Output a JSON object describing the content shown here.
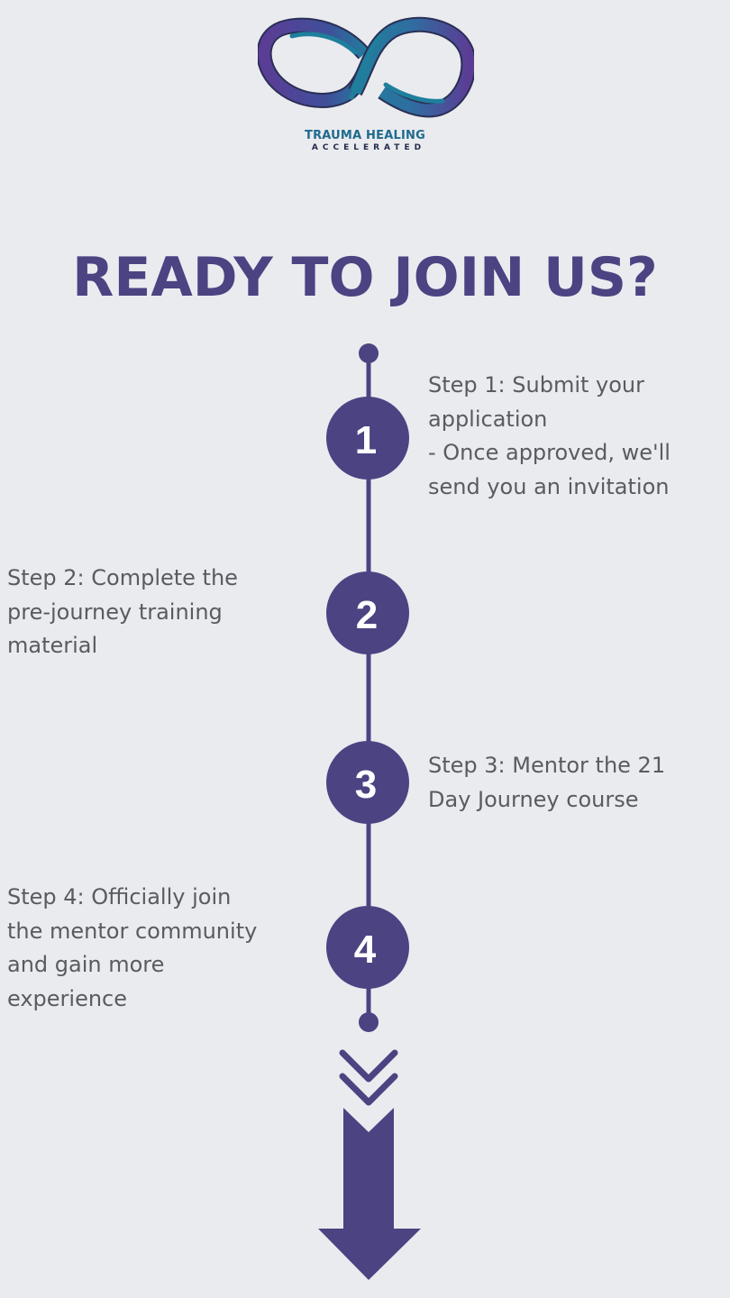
{
  "brand": {
    "name": "TRAUMA HEALING",
    "tagline": "ACCELERATED",
    "logo_icon": "infinity-loop-icon",
    "colors": {
      "teal": "#1e7d9a",
      "purple": "#5a3a94",
      "dark": "#242a4a"
    }
  },
  "headline": "READY TO JOIN US?",
  "colors": {
    "background": "#eaebef",
    "accent": "#4b4382",
    "text": "#5a5b60"
  },
  "steps": [
    {
      "number": "1",
      "lines": [
        "Step 1: Submit your",
        "application",
        "- Once approved, we'll",
        "send you an invitation"
      ],
      "side": "right"
    },
    {
      "number": "2",
      "lines": [
        "Step 2: Complete the",
        "pre-journey training",
        "material"
      ],
      "side": "left"
    },
    {
      "number": "3",
      "lines": [
        "Step 3: Mentor the 21",
        "Day Journey course"
      ],
      "side": "right"
    },
    {
      "number": "4",
      "lines": [
        "Step 4: Officially join",
        "the mentor community",
        "and gain more",
        "experience"
      ],
      "side": "left"
    }
  ],
  "icons": {
    "chevrons": "double-chevron-down-icon",
    "arrow": "down-arrow-icon"
  }
}
